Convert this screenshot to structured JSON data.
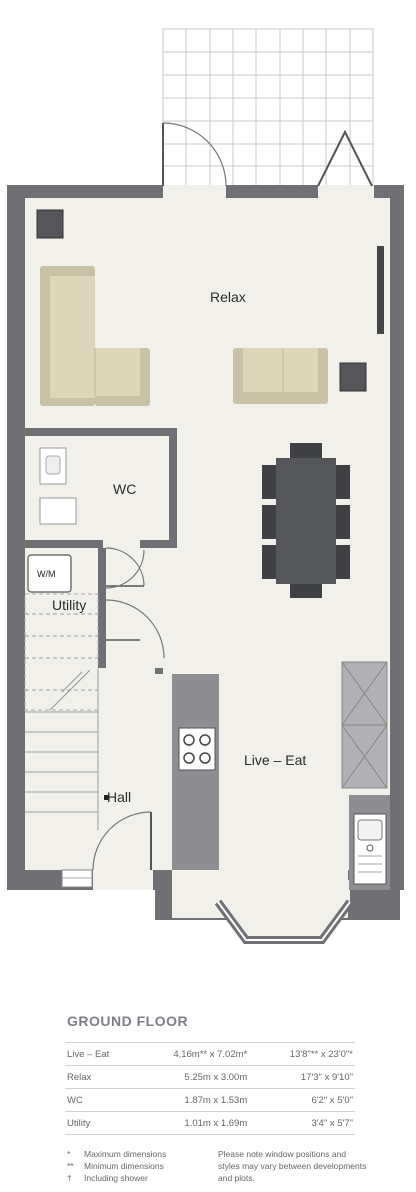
{
  "rooms": {
    "relax": "Relax",
    "wc": "WC",
    "utility": "Utility",
    "hall": "Hall",
    "live_eat": "Live – Eat",
    "washing_machine": "W/M"
  },
  "schedule": {
    "title": "GROUND FLOOR",
    "rows": [
      {
        "room": "Live – Eat",
        "metric": "4.16m** x 7.02m*",
        "imperial": "13'8\"** x 23'0\"*"
      },
      {
        "room": "Relax",
        "metric": "5.25m x 3.00m",
        "imperial": "17'3\" x 9'10\""
      },
      {
        "room": "WC",
        "metric": "1.87m x 1.53m",
        "imperial": "6'2\" x 5'0\""
      },
      {
        "room": "Utility",
        "metric": "1.01m x 1.69m",
        "imperial": "3'4\" x 5'7\""
      }
    ]
  },
  "notes": [
    {
      "symbol": "*",
      "text": "Maximum dimensions"
    },
    {
      "symbol": "**",
      "text": "Minimum dimensions"
    },
    {
      "symbol": "†",
      "text": "Including shower"
    }
  ],
  "disclaimer": "Please note window positions and styles may vary between developments and plots.",
  "colors": {
    "wall": "#707074",
    "floor": "#f1f0ea",
    "sofa": "#ddd6bb",
    "dark_furniture": "#55565a",
    "worktop": "#9a9a9e",
    "text": "#2b2b2b"
  }
}
